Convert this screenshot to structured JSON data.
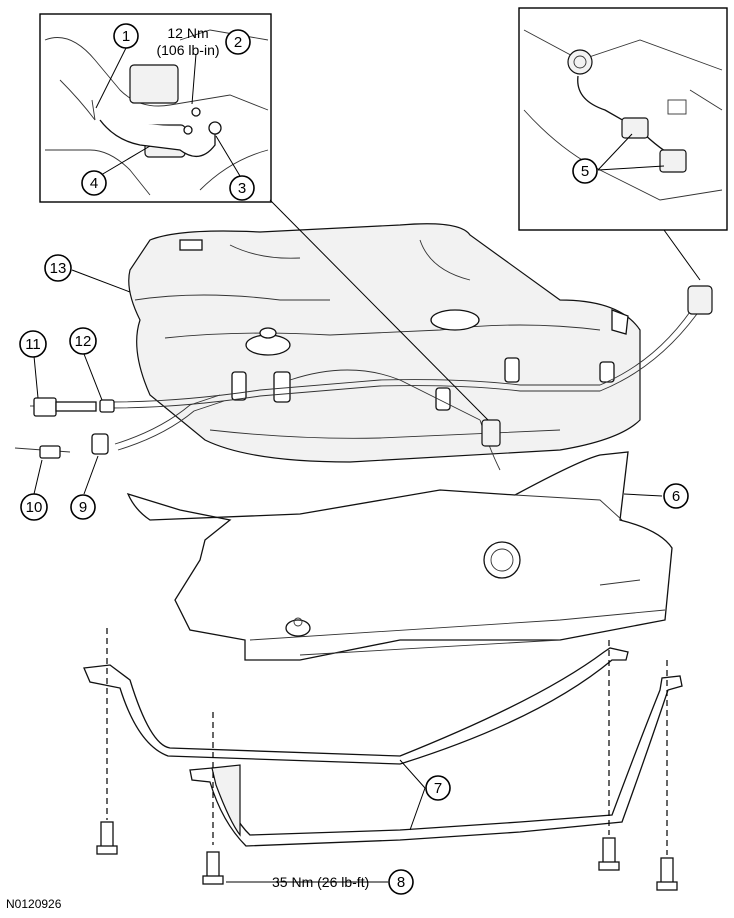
{
  "figure_id": "N0120926",
  "callouts": [
    {
      "id": "1"
    },
    {
      "id": "2"
    },
    {
      "id": "3"
    },
    {
      "id": "4"
    },
    {
      "id": "5"
    },
    {
      "id": "6"
    },
    {
      "id": "7"
    },
    {
      "id": "8"
    },
    {
      "id": "9"
    },
    {
      "id": "10"
    },
    {
      "id": "11"
    },
    {
      "id": "12"
    },
    {
      "id": "13"
    }
  ],
  "torque_specs": {
    "inset_line1": "12 Nm",
    "inset_line2": "(106 lb-in)",
    "strap_bolts": "35 Nm (26 lb-ft)"
  },
  "colors": {
    "line": "#000000",
    "background": "#ffffff",
    "shade": "#f2f2f2"
  }
}
